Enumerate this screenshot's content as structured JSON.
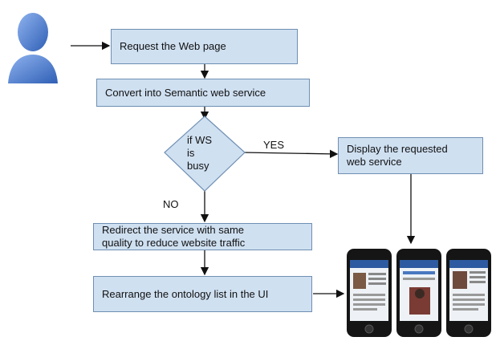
{
  "flowchart": {
    "steps": {
      "request": "Request the Web page",
      "convert": "Convert into Semantic web service",
      "decision": "if WS\nis\nbusy",
      "display": "Display the requested\nweb service",
      "redirect": "Redirect the service with same\nquality to reduce website traffic",
      "rearrange": "Rearrange the ontology list in the UI"
    },
    "edges": {
      "yes": "YES",
      "no": "NO"
    }
  },
  "icons": {
    "user": "user-avatar-icon",
    "phones": "smartphone-icon"
  },
  "colors": {
    "box_fill": "#cfe0f1",
    "box_border": "#6f8fb3",
    "user_blue": "#3b6fc4"
  }
}
